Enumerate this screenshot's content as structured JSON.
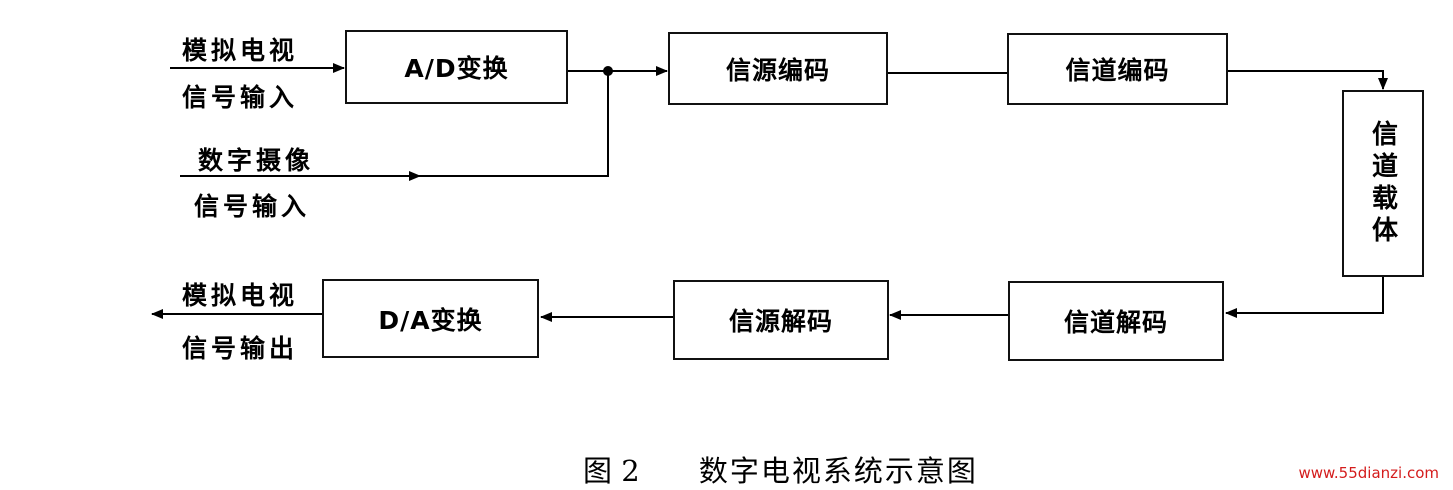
{
  "inputs": {
    "analog_line1": "模拟电视",
    "analog_line2": "信号输入",
    "camera_line1": "数字摄像",
    "camera_line2": "信号输入"
  },
  "outputs": {
    "analog_line1": "模拟电视",
    "analog_line2": "信号输出"
  },
  "blocks": {
    "ad_converter": "A/D变换",
    "source_encoding": "信源编码",
    "channel_encoding": "信道编码",
    "channel_carrier": "信道载体",
    "channel_decoding": "信道解码",
    "source_decoding": "信源解码",
    "da_converter": "D/A变换"
  },
  "caption": {
    "figure_number": "图 2",
    "title": "数字电视系统示意图"
  },
  "watermark": "www.55dianzi.com"
}
